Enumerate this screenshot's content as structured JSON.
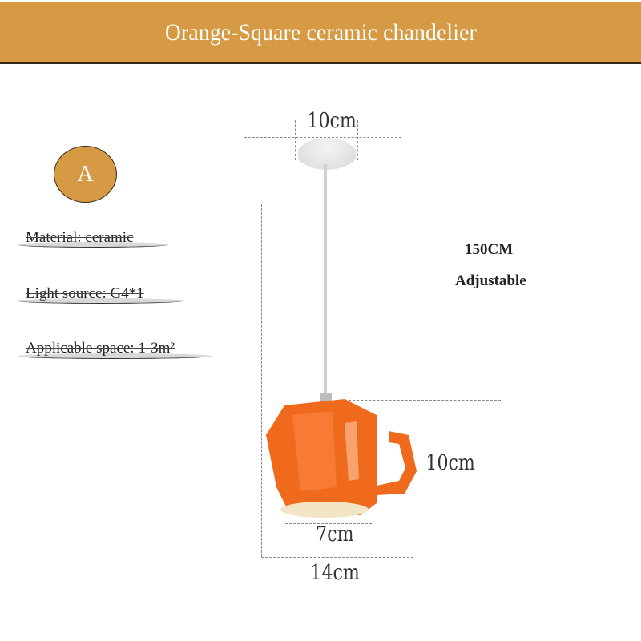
{
  "header": {
    "title": "Orange-Square ceramic chandelier"
  },
  "badge": {
    "label": "A"
  },
  "specs": [
    {
      "label": "Material: ceramic"
    },
    {
      "label": "Light source: G4*1"
    },
    {
      "label": "Applicable space: 1-3m²"
    }
  ],
  "dimensions": {
    "canopy_width": "10cm",
    "cord_length": "150CM",
    "cord_note": "Adjustable",
    "shade_height": "10cm",
    "shade_bottom": "7cm",
    "overall_width": "14cm"
  },
  "colors": {
    "banner": "#d69a45",
    "lamp_orange": "#f06a1e",
    "lamp_inner": "#f3e6c6"
  }
}
